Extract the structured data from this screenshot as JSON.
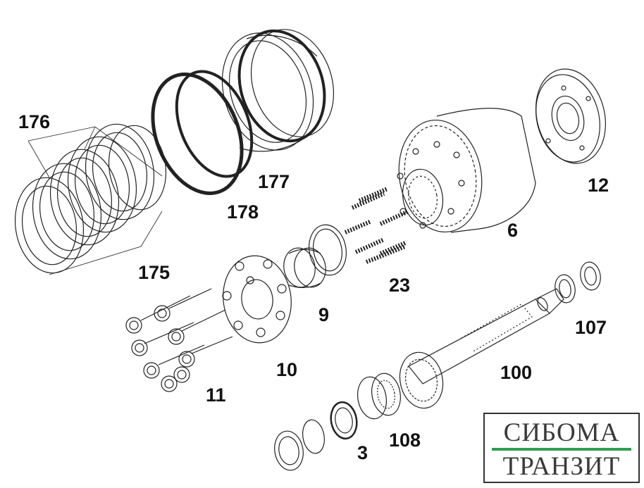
{
  "labels": {
    "p176": "176",
    "p177": "177",
    "p178": "178",
    "p175": "175",
    "p12": "12",
    "p6": "6",
    "p23": "23",
    "p9": "9",
    "p10": "10",
    "p11": "11",
    "p107": "107",
    "p100": "100",
    "p108": "108",
    "p3": "3"
  },
  "logo": {
    "line1": "СИБОМА",
    "line2": "ТРАНЗИТ",
    "accent_color": "#2e9e4e"
  }
}
